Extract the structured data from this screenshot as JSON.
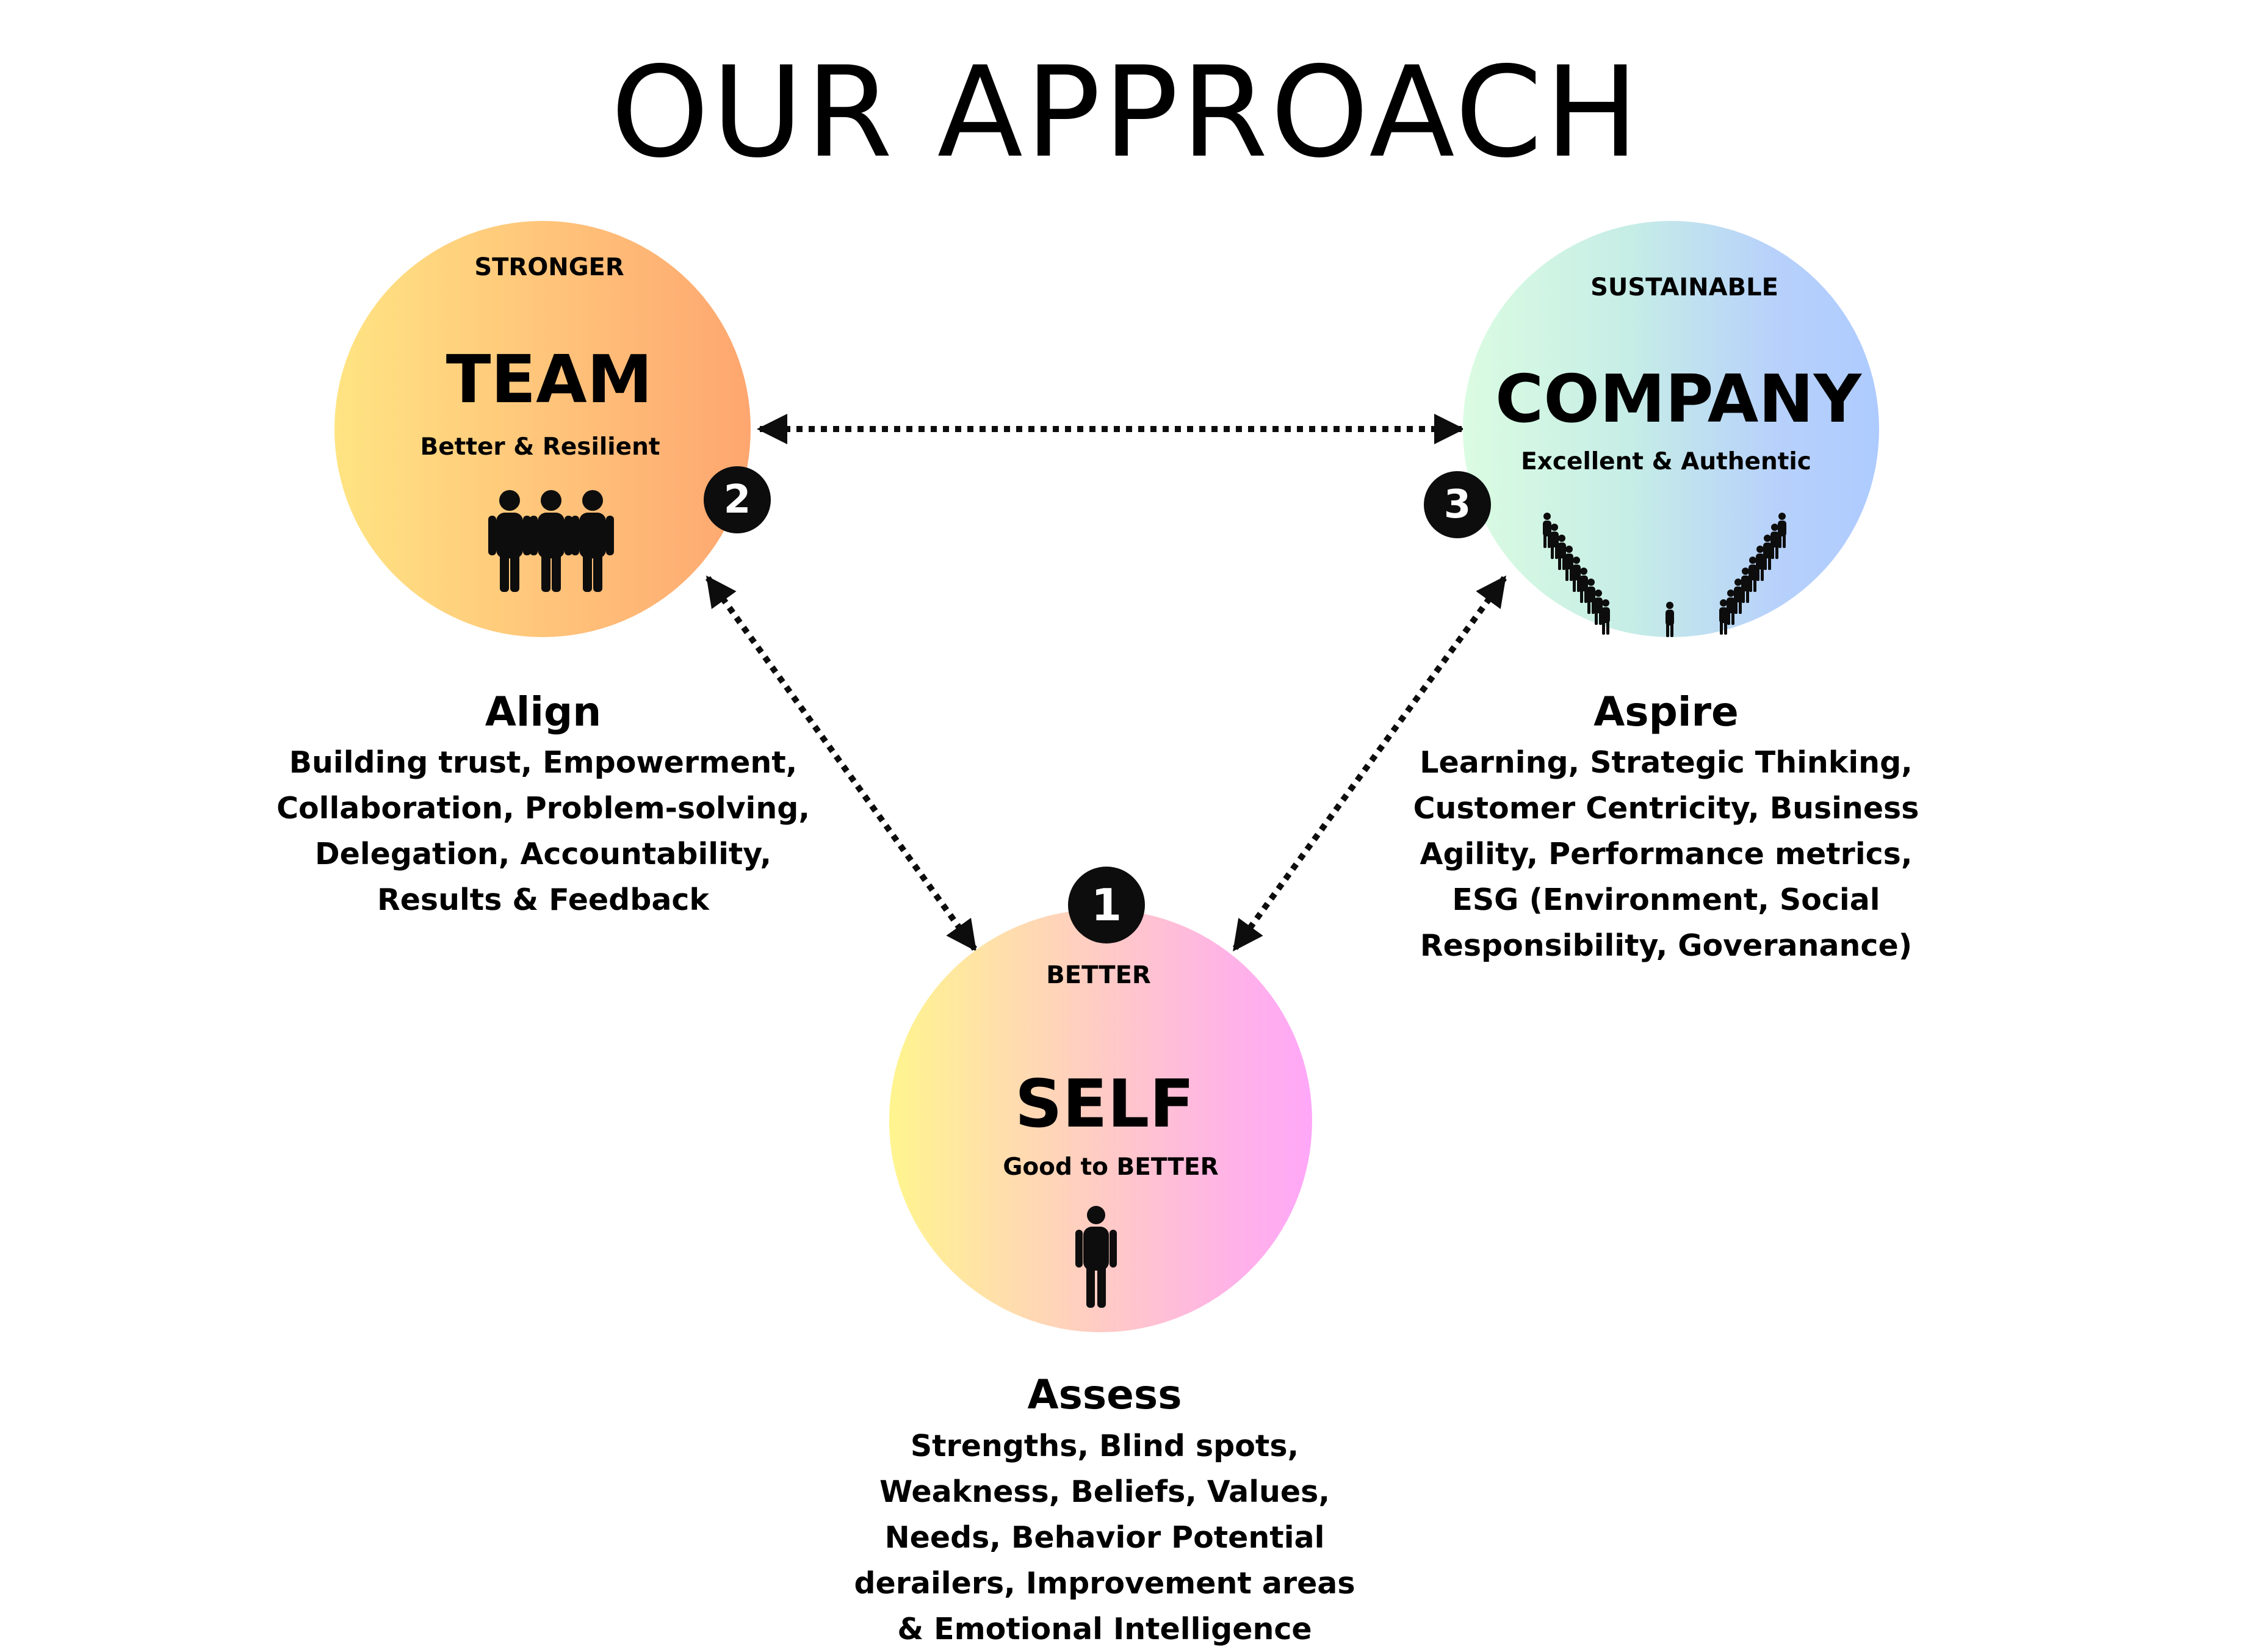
{
  "title": "OUR APPROACH",
  "team": {
    "top_label": "STRONGER",
    "name": "TEAM",
    "subtitle": "Better & Resilient",
    "badge": "2",
    "icon": "group-of-three-people-icon",
    "heading": "Align",
    "description": "Building trust, Empowerment, Collaboration, Problem-solving, Delegation, Accountability, Results & Feedback",
    "gradient": [
      "#FFE482",
      "#FEA66F"
    ]
  },
  "company": {
    "top_label": "SUSTAINABLE",
    "name": "COMPANY",
    "subtitle": "Excellent & Authentic",
    "badge": "3",
    "icon": "crowd-formation-icon",
    "heading": "Aspire",
    "description": "Learning, Strategic Thinking, Customer Centricity, Business Agility, Performance metrics, ESG (Environment, Social Responsibility, Goveranance)",
    "gradient": [
      "#DBFCE2",
      "#AECBFF"
    ]
  },
  "self": {
    "top_label": "BETTER",
    "name": "SELF",
    "subtitle": "Good to BETTER",
    "badge": "1",
    "icon": "single-person-icon",
    "heading": "Assess",
    "description": "Strengths, Blind spots, Weakness, Beliefs, Values, Needs, Behavior Potential derailers, Improvement areas & Emotional Intelligence",
    "gradient": [
      "#FFF58E",
      "#FFA7F8"
    ]
  },
  "connectors": [
    {
      "from": "team",
      "to": "company",
      "style": "dotted-double-arrow"
    },
    {
      "from": "team",
      "to": "self",
      "style": "dotted-double-arrow"
    },
    {
      "from": "company",
      "to": "self",
      "style": "dotted-double-arrow"
    }
  ]
}
